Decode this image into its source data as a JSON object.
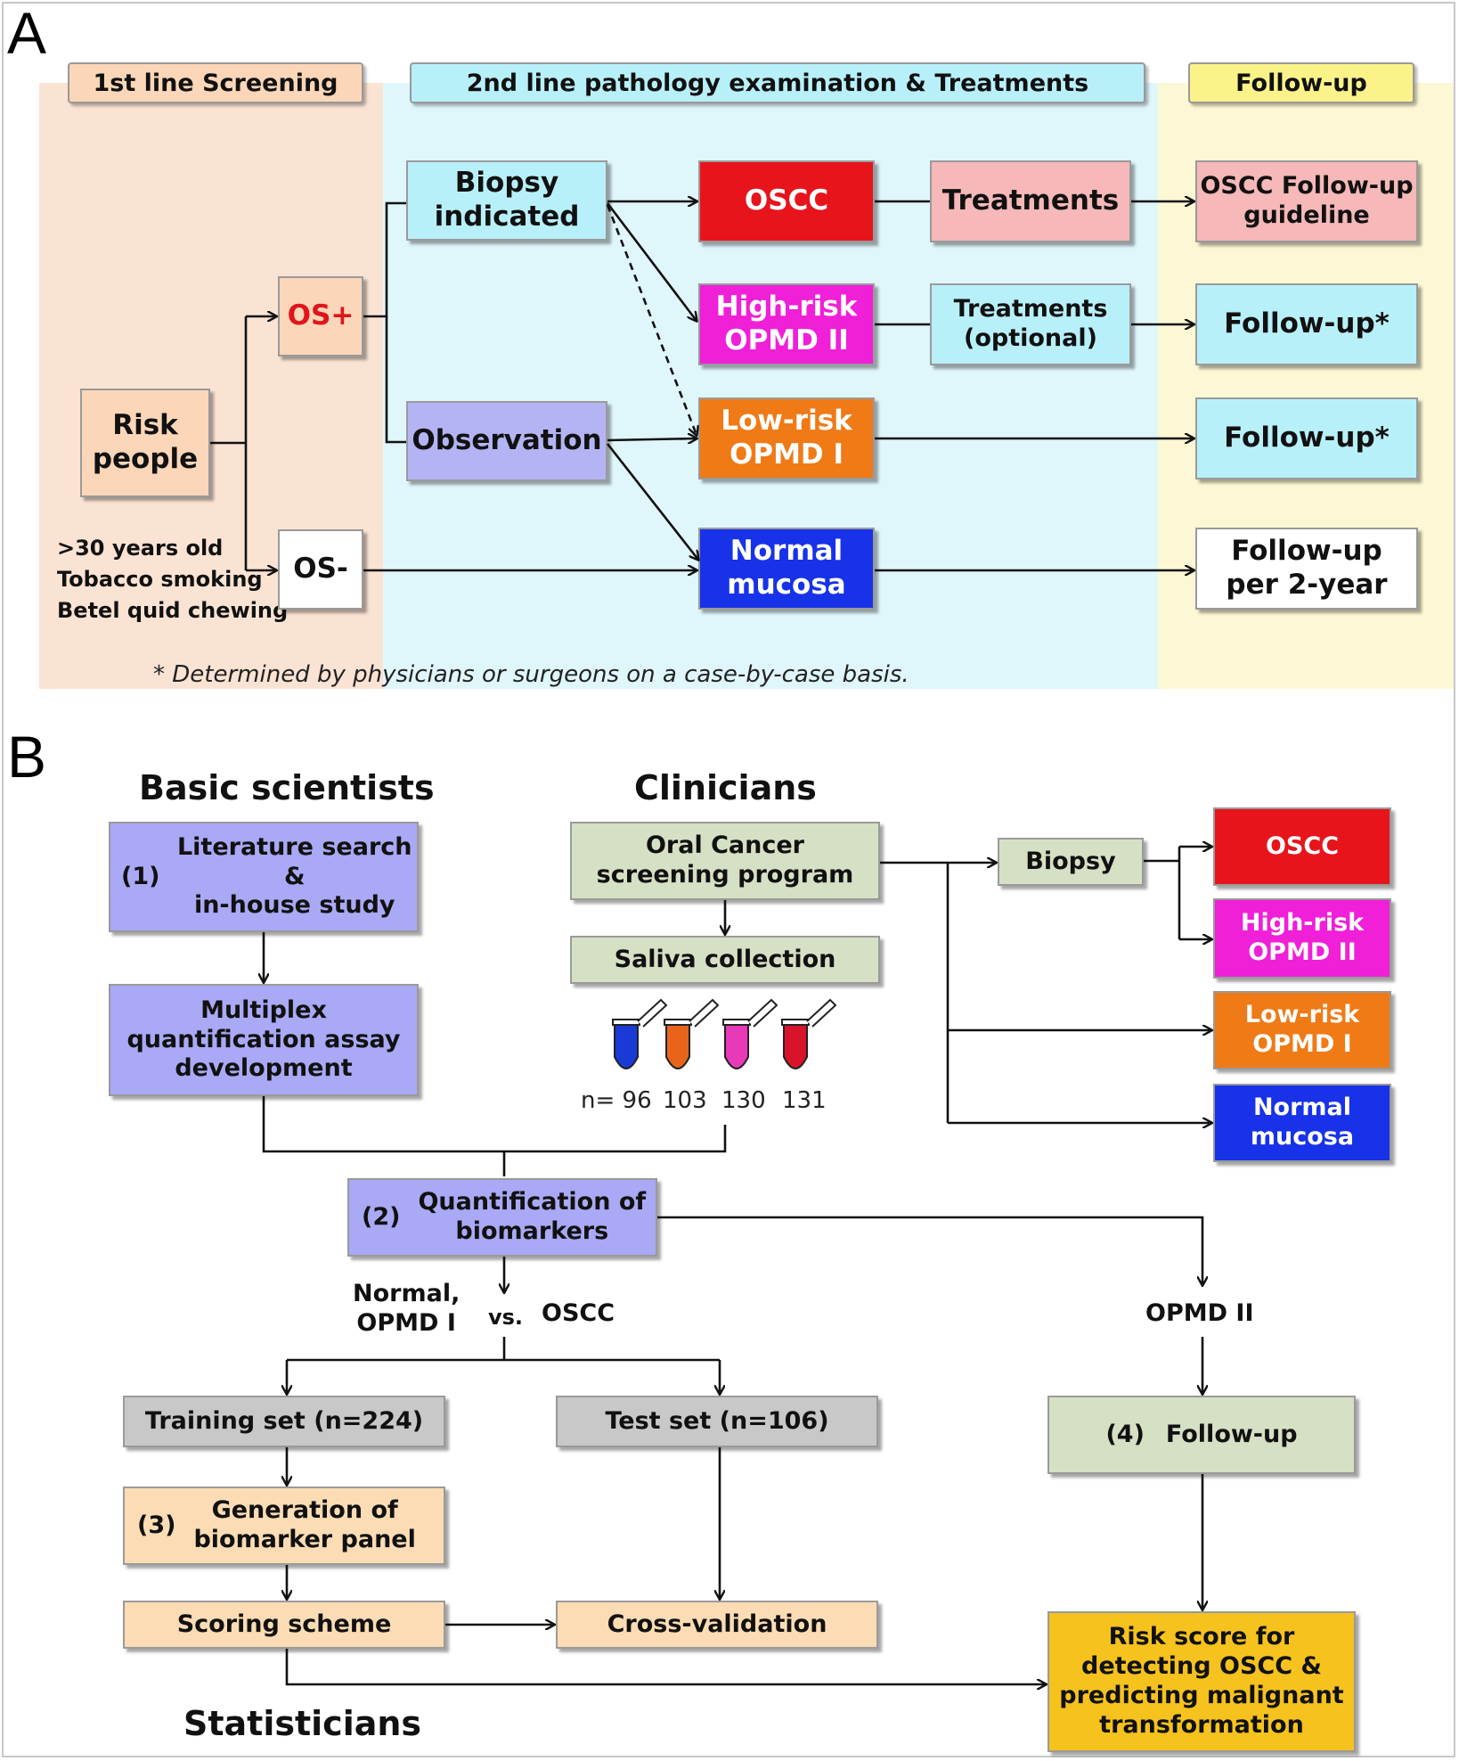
{
  "panel_a": {
    "letter": "A",
    "headers": {
      "screening": "1st line Screening",
      "pathology": "2nd line pathology examination & Treatments",
      "followup": "Follow-up"
    },
    "risk_people": "Risk\npeople",
    "risk_criteria": ">30 years old\nTobacco smoking\nBetel quid chewing",
    "os_plus": "OS+",
    "os_minus": "OS-",
    "biopsy_indicated": "Biopsy\nindicated",
    "observation": "Observation",
    "oscc": "OSCC",
    "high_risk": "High-risk\nOPMD II",
    "low_risk": "Low-risk\nOPMD I",
    "normal_mucosa": "Normal\nmucosa",
    "treatments": "Treatments",
    "treatments_optional": "Treatments\n(optional)",
    "oscc_followup": "OSCC Follow-up\nguideline",
    "followup_star_1": "Follow-up*",
    "followup_star_2": "Follow-up*",
    "followup_2year": "Follow-up\nper 2-year",
    "footnote": "* Determined by physicians or surgeons on a case-by-case basis."
  },
  "panel_b": {
    "letter": "B",
    "basic_scientists": "Basic scientists",
    "clinicians": "Clinicians",
    "statisticians": "Statisticians",
    "literature_num": "(1)",
    "literature": "Literature search &\nin-house study",
    "multiplex": "Multiplex\nquantification assay\ndevelopment",
    "screening_program": "Oral Cancer\nscreening program",
    "saliva": "Saliva collection",
    "tube_labels": [
      "n= 96",
      "103",
      "130",
      "131"
    ],
    "biopsy": "Biopsy",
    "oscc": "OSCC",
    "high_risk": "High-risk\nOPMD II",
    "low_risk": "Low-risk\nOPMD I",
    "normal_mucosa": "Normal\nmucosa",
    "quant_num": "(2)",
    "quant": "Quantification of\nbiomarkers",
    "normal_opmd": "Normal,\nOPMD I",
    "vs": "vs.",
    "oscc_label": "OSCC",
    "opmd_ii": "OPMD II",
    "training": "Training set (n=224)",
    "test": "Test set (n=106)",
    "generation_num": "(3)",
    "generation": "Generation of\nbiomarker panel",
    "scoring": "Scoring scheme",
    "cross_validation": "Cross-validation",
    "followup_num": "(4)",
    "followup": "Follow-up",
    "risk_score": "Risk score for\ndetecting OSCC &\npredicting malignant\ntransformation"
  },
  "colors": {
    "screening_zone": "#fbe3d3",
    "pathology_zone": "#dff6fb",
    "followup_zone": "#fcf7d4",
    "oscc": "#e8141c",
    "high_risk": "#f01fd8",
    "low_risk": "#f07a16",
    "normal": "#1732e8",
    "tube_blue": "#1a3ad8",
    "tube_orange": "#e8641a",
    "tube_pink": "#e83ab8",
    "tube_red": "#d8142a"
  }
}
